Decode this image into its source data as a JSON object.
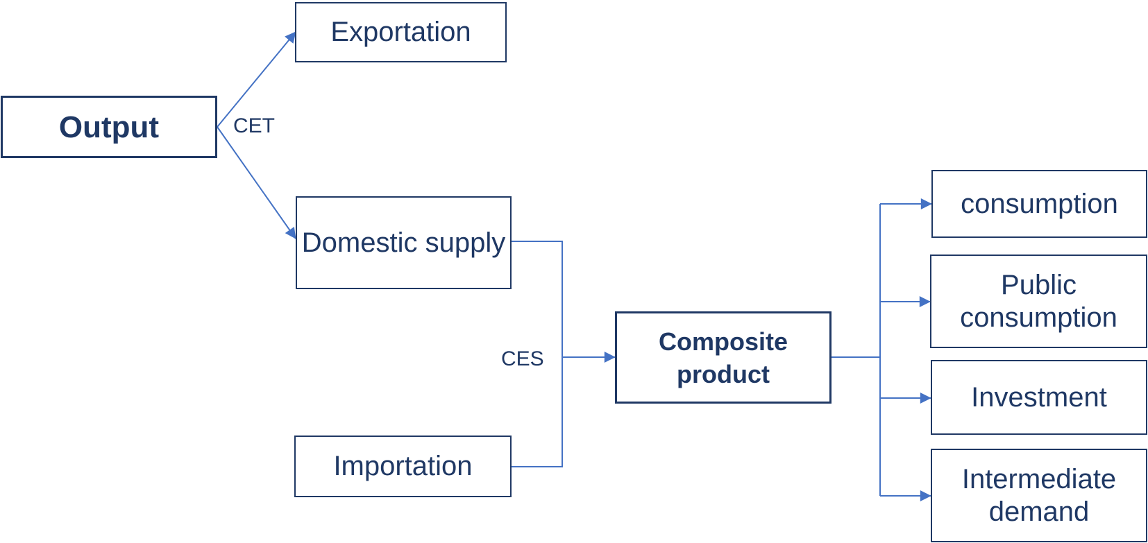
{
  "diagram": {
    "nodes": {
      "output": {
        "label": "Output",
        "emphasis": true
      },
      "exportation": {
        "label": "Exportation"
      },
      "domestic": {
        "label": "Domestic supply"
      },
      "importation": {
        "label": "Importation"
      },
      "composite": {
        "label": "Composite\nproduct",
        "emphasis": true
      },
      "consumption": {
        "label": "consumption"
      },
      "public": {
        "label": "Public\nconsumption"
      },
      "investment": {
        "label": "Investment"
      },
      "intermediate": {
        "label": "Intermediate\ndemand"
      }
    },
    "edge_labels": {
      "cet": "CET",
      "ces": "CES"
    },
    "edges": [
      {
        "from": "Output",
        "to": "Exportation",
        "label": "CET"
      },
      {
        "from": "Output",
        "to": "Domestic supply",
        "label": "CET"
      },
      {
        "from": "Domestic supply",
        "to": "Composite product",
        "label": "CES"
      },
      {
        "from": "Importation",
        "to": "Composite product",
        "label": "CES"
      },
      {
        "from": "Composite product",
        "to": "consumption"
      },
      {
        "from": "Composite product",
        "to": "Public consumption"
      },
      {
        "from": "Composite product",
        "to": "Investment"
      },
      {
        "from": "Composite product",
        "to": "Intermediate demand"
      }
    ],
    "colors": {
      "box_border": "#1F3864",
      "text": "#1F3864",
      "connector": "#4472C4",
      "background": "#FFFFFF"
    }
  }
}
